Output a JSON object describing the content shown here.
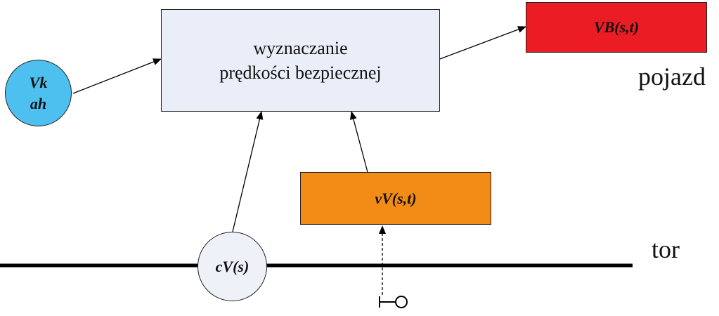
{
  "center_box": {
    "line1": "wyznaczanie",
    "line2": "prędkości bezpiecznej"
  },
  "vb_box": {
    "label": "VB(s,t)"
  },
  "vv_box": {
    "label": "vV(s,t)"
  },
  "vkah_circle": {
    "line1": "Vk",
    "line2": "ah"
  },
  "cv_circle": {
    "label": "cV(s)"
  },
  "labels": {
    "vehicle": "pojazd",
    "track": "tor"
  },
  "colors": {
    "center_box": "#e9eef8",
    "vb_box": "#ec1c24",
    "vv_box": "#f28c16",
    "vkah_circle": "#4ec0ef",
    "cv_circle": "#eef1f8"
  }
}
